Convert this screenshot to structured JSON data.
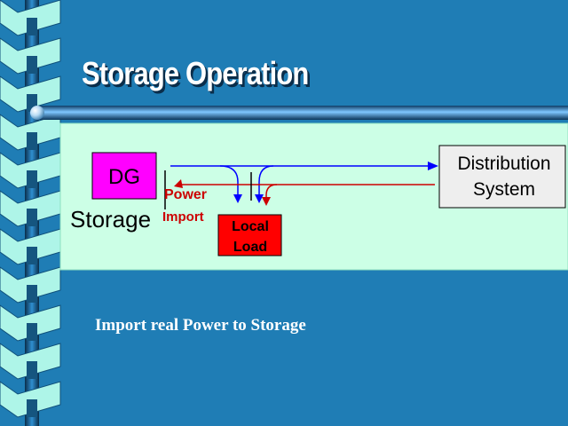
{
  "slide": {
    "title": "Storage Operation",
    "caption": "Import real Power to Storage"
  },
  "diagram": {
    "dg_label": "DG",
    "storage_label": "Storage",
    "power_label": "Power",
    "import_label": "Import",
    "local_load_line1": "Local",
    "local_load_line2": "Load",
    "distribution_line1": "Distribution",
    "distribution_line2": "System"
  },
  "colors": {
    "background": "#1f7db5",
    "panel": "#ccffe6",
    "dg_box": "#ff00ff",
    "load_box": "#ff0000",
    "import_flow": "#cc0000",
    "power_flow": "#0000ff"
  }
}
